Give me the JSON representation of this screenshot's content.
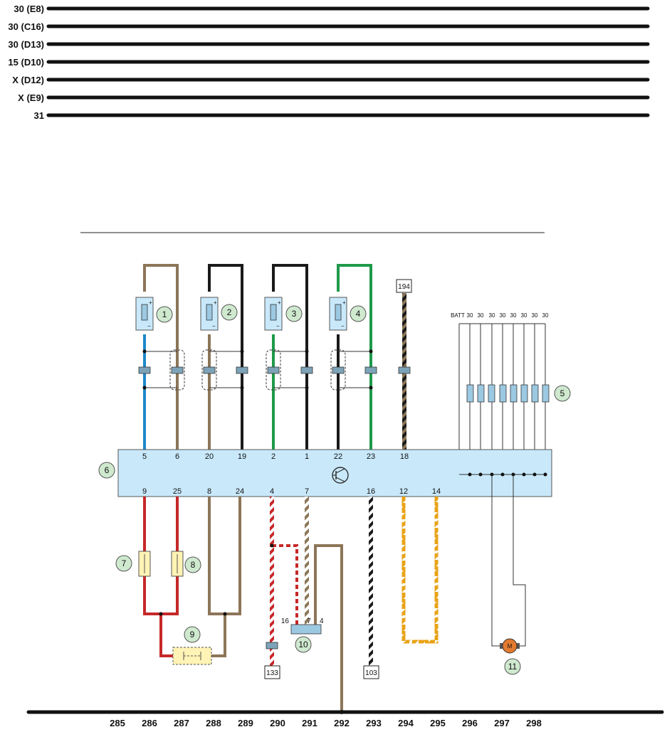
{
  "bus_lines": [
    "30 (E8)",
    "30 (C16)",
    "30 (D13)",
    "15 (D10)",
    "X (D12)",
    "X (E9)",
    "31"
  ],
  "column_numbers": [
    "285",
    "286",
    "287",
    "288",
    "289",
    "290",
    "291",
    "292",
    "293",
    "294",
    "295",
    "296",
    "297",
    "298"
  ],
  "callouts": [
    "1",
    "2",
    "3",
    "4",
    "5",
    "6",
    "7",
    "8",
    "9",
    "10",
    "11"
  ],
  "top_pins": [
    "5",
    "6",
    "20",
    "19",
    "2",
    "1",
    "22",
    "23",
    "18"
  ],
  "bottom_pins": [
    "9",
    "25",
    "8",
    "24",
    "4",
    "7",
    "16",
    "12",
    "14"
  ],
  "fuse_labels": [
    "BATT",
    "30",
    "30",
    "30",
    "30",
    "30",
    "30",
    "30",
    "30"
  ],
  "refs": {
    "top": "194",
    "left": "133",
    "right": "103"
  },
  "connector_pins": [
    "16",
    "7",
    "4"
  ],
  "motor_label": "M",
  "sensor_plus": "+",
  "sensor_minus": "−",
  "colors": {
    "blue": "#1e88c8",
    "brown": "#8c7558",
    "black": "#1a1a1a",
    "green": "#1e9a4a",
    "red": "#c62828",
    "yellow": "#e8a317",
    "ecu_fill": "#c9e9fb",
    "callout_fill": "#cfe9cf"
  }
}
